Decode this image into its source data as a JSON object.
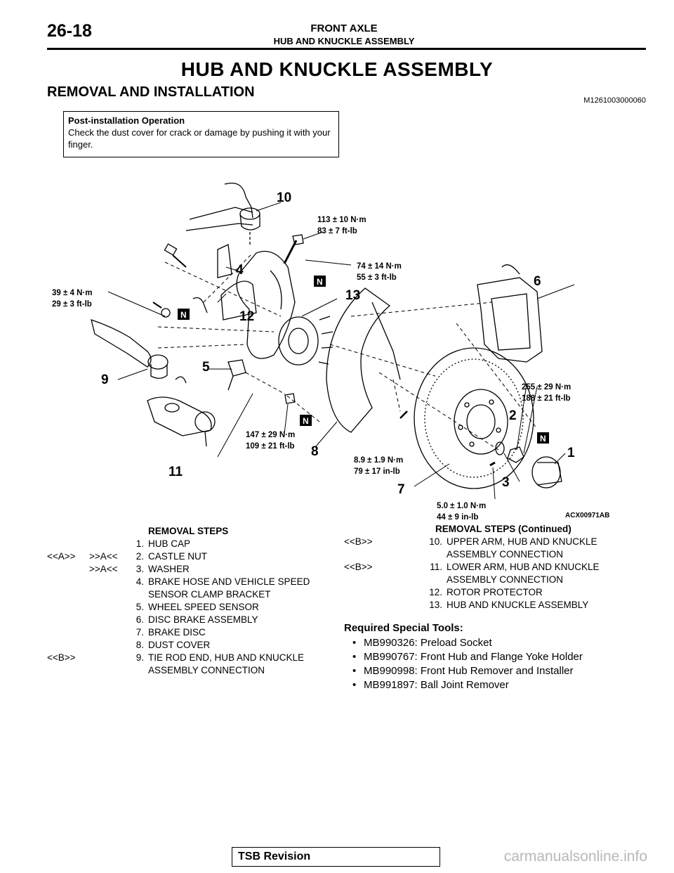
{
  "header": {
    "page_number": "26-18",
    "chapter": "FRONT AXLE",
    "subchapter": "HUB AND KNUCKLE ASSEMBLY"
  },
  "title": "HUB AND KNUCKLE ASSEMBLY",
  "section_title": "REMOVAL AND INSTALLATION",
  "doc_code": "M1261003000060",
  "note": {
    "title": "Post-installation Operation",
    "text": "Check the dust cover for crack or damage by pushing it with your finger."
  },
  "figure": {
    "code": "ACX00971AB",
    "callouts": [
      "1",
      "2",
      "3",
      "4",
      "5",
      "6",
      "7",
      "8",
      "9",
      "10",
      "11",
      "12",
      "13"
    ],
    "badge": "N",
    "torques": [
      {
        "nm": "113 ± 10 N·m",
        "imp": "83 ± 7 ft-lb"
      },
      {
        "nm": "74 ± 14 N·m",
        "imp": "55 ± 3 ft-lb"
      },
      {
        "nm": "39 ± 4 N·m",
        "imp": "29 ± 3 ft-lb"
      },
      {
        "nm": "255 ± 29 N·m",
        "imp": "188 ± 21 ft-lb"
      },
      {
        "nm": "147 ± 29 N·m",
        "imp": "109 ± 21 ft-lb"
      },
      {
        "nm": "8.9 ± 1.9 N·m",
        "imp": "79 ± 17 in-lb"
      },
      {
        "nm": "5.0 ± 1.0 N·m",
        "imp": "44 ± 9 in-lb"
      }
    ]
  },
  "removal_steps": {
    "heading": "REMOVAL STEPS",
    "heading_cont": "REMOVAL STEPS  (Continued)",
    "left": [
      {
        "tag_a": "",
        "tag_b": "",
        "num": "1.",
        "text": "HUB CAP"
      },
      {
        "tag_a": "<<A>>",
        "tag_b": ">>A<<",
        "num": "2.",
        "text": "CASTLE NUT"
      },
      {
        "tag_a": "",
        "tag_b": ">>A<<",
        "num": "3.",
        "text": "WASHER"
      },
      {
        "tag_a": "",
        "tag_b": "",
        "num": "4.",
        "text": "BRAKE HOSE AND VEHICLE SPEED SENSOR CLAMP BRACKET"
      },
      {
        "tag_a": "",
        "tag_b": "",
        "num": "5.",
        "text": "WHEEL SPEED SENSOR"
      },
      {
        "tag_a": "",
        "tag_b": "",
        "num": "6.",
        "text": "DISC BRAKE ASSEMBLY"
      },
      {
        "tag_a": "",
        "tag_b": "",
        "num": "7.",
        "text": "BRAKE DISC"
      },
      {
        "tag_a": "",
        "tag_b": "",
        "num": "8.",
        "text": "DUST COVER"
      },
      {
        "tag_a": "<<B>>",
        "tag_b": "",
        "num": "9.",
        "text": "TIE ROD END, HUB AND KNUCKLE ASSEMBLY CONNECTION"
      }
    ],
    "right": [
      {
        "tag_a": "<<B>>",
        "num": "10.",
        "text": "UPPER ARM, HUB AND KNUCKLE ASSEMBLY CONNECTION"
      },
      {
        "tag_a": "<<B>>",
        "num": "11.",
        "text": "LOWER ARM, HUB AND KNUCKLE ASSEMBLY CONNECTION"
      },
      {
        "tag_a": "",
        "num": "12.",
        "text": "ROTOR PROTECTOR"
      },
      {
        "tag_a": "",
        "num": "13.",
        "text": "HUB AND KNUCKLE ASSEMBLY"
      }
    ]
  },
  "special_tools": {
    "heading": "Required Special Tools:",
    "items": [
      "MB990326: Preload Socket",
      "MB990767: Front Hub and Flange Yoke Holder",
      "MB990998: Front Hub Remover and Installer",
      "MB991897: Ball Joint Remover"
    ]
  },
  "footer": {
    "revision": "TSB Revision",
    "watermark": "carmanualsonline.info"
  }
}
